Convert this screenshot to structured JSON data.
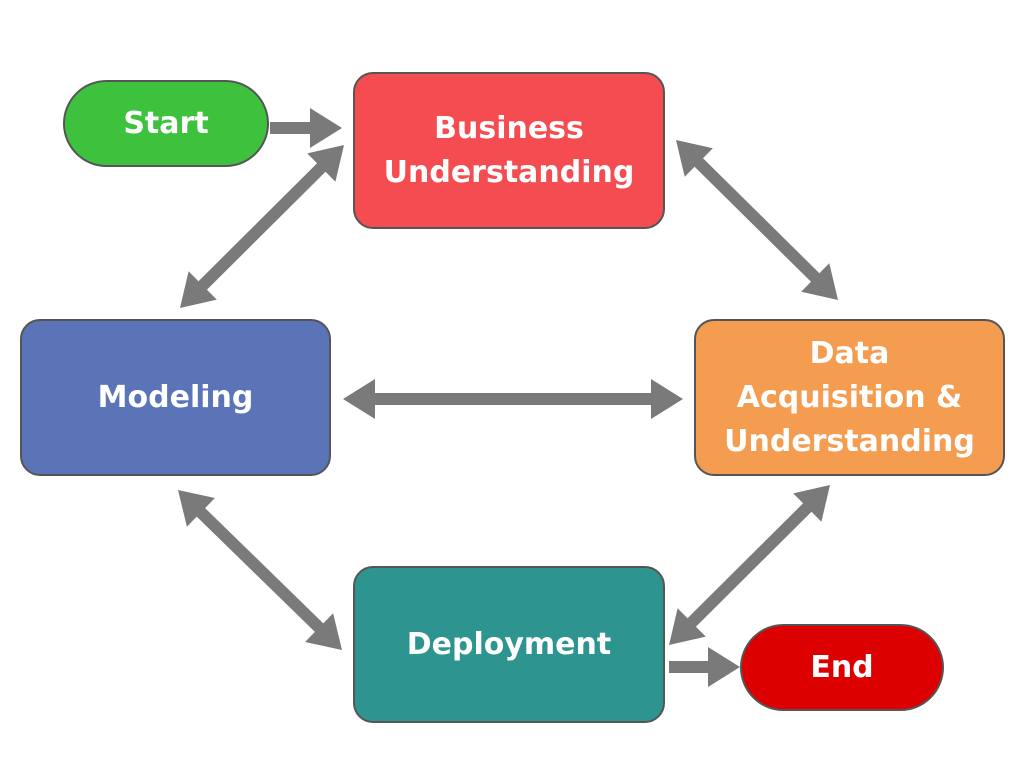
{
  "colors": {
    "start": "#3ec23e",
    "business": "#f44c50",
    "modeling": "#5b74b8",
    "data": "#f49c4f",
    "deployment": "#2e9490",
    "end": "#dd0000",
    "arrow": "#7a7a7a"
  },
  "nodes": {
    "start": {
      "lines": [
        "Start"
      ]
    },
    "business": {
      "lines": [
        "Business",
        "Understanding"
      ]
    },
    "modeling": {
      "lines": [
        "Modeling"
      ]
    },
    "data": {
      "lines": [
        "Data",
        "Acquisition &",
        "Understanding"
      ]
    },
    "deployment": {
      "lines": [
        "Deployment"
      ]
    },
    "end": {
      "lines": [
        "End"
      ]
    }
  }
}
